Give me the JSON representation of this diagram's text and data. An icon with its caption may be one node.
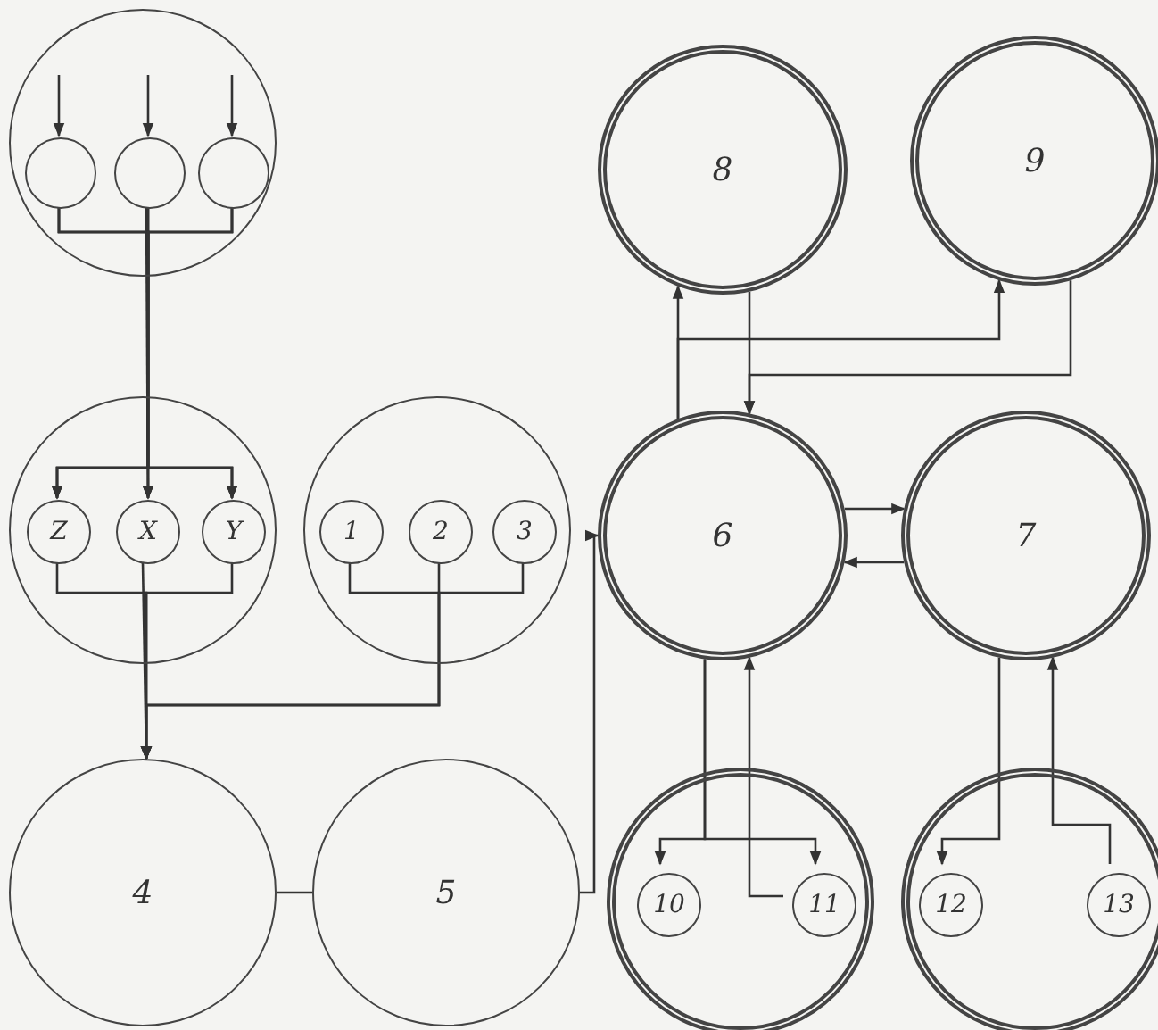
{
  "diagram": {
    "nodes": [
      {
        "text": [],
        "shape": "circle"
      },
      {
        "text": [],
        "shape": "circle",
        "in": 0
      },
      {
        "text": [],
        "shape": "circle",
        "in": 0
      },
      {
        "text": [],
        "shape": "circle",
        "in": 0
      },
      {
        "text": [],
        "shape": "circle"
      },
      {
        "text": [
          "Z"
        ],
        "in": 4
      },
      {
        "text": [
          "X"
        ],
        "in": 4
      },
      {
        "text": [
          "Y"
        ],
        "in": 4
      },
      {
        "text": [],
        "shape": "circle"
      },
      {
        "text": [
          "1"
        ],
        "in": 8
      },
      {
        "text": [
          "2"
        ],
        "in": 8
      },
      {
        "text": [
          "3"
        ],
        "in": 8
      },
      {
        "text": [
          "8"
        ]
      },
      {
        "text": [
          "9"
        ]
      },
      {
        "text": [
          "6"
        ]
      },
      {
        "text": [
          "7"
        ]
      },
      {
        "text": [
          "4"
        ]
      },
      {
        "text": [
          "5"
        ]
      },
      {
        "text": [],
        "shape": "circle"
      },
      {
        "text": [
          "10"
        ],
        "in": 18
      },
      {
        "text": [
          "11"
        ],
        "in": 18
      },
      {
        "text": [],
        "shape": "circle"
      },
      {
        "text": [
          "12"
        ],
        "in": 21
      },
      {
        "text": [
          "13"
        ],
        "in": 21
      }
    ],
    "edges": [
      {
        "from": null,
        "to": 1,
        "arrow": "to"
      },
      {
        "from": null,
        "to": 2,
        "arrow": "to"
      },
      {
        "from": null,
        "to": 3,
        "arrow": "to"
      },
      {
        "from": 1,
        "to": 5,
        "arrow": "to"
      },
      {
        "from": 1,
        "to": 6,
        "arrow": "to"
      },
      {
        "from": 1,
        "to": 7,
        "arrow": "to"
      },
      {
        "from": 2,
        "to": 5,
        "arrow": "to"
      },
      {
        "from": 2,
        "to": 6,
        "arrow": "to"
      },
      {
        "from": 2,
        "to": 7,
        "arrow": "to"
      },
      {
        "from": 3,
        "to": 5,
        "arrow": "to"
      },
      {
        "from": 3,
        "to": 6,
        "arrow": "to"
      },
      {
        "from": 3,
        "to": 7,
        "arrow": "to"
      },
      {
        "from": 5,
        "to": 16,
        "arrow": "to"
      },
      {
        "from": 6,
        "to": 16,
        "arrow": "to"
      },
      {
        "from": 7,
        "to": 16,
        "arrow": "to"
      },
      {
        "from": 9,
        "to": 16,
        "arrow": "to"
      },
      {
        "from": 10,
        "to": 16,
        "arrow": "to"
      },
      {
        "from": 11,
        "to": 16,
        "arrow": "to"
      },
      {
        "from": 16,
        "to": 17,
        "arrow": "none"
      },
      {
        "from": 17,
        "to": 14,
        "arrow": "to"
      },
      {
        "from": 14,
        "to": 12,
        "arrow": "to"
      },
      {
        "from": 14,
        "to": 13,
        "arrow": "to"
      },
      {
        "from": 12,
        "to": 14,
        "arrow": "to"
      },
      {
        "from": 13,
        "to": 14,
        "arrow": "to"
      },
      {
        "from": 14,
        "to": 15,
        "arrow": "to"
      },
      {
        "from": 15,
        "to": 14,
        "arrow": "to"
      },
      {
        "from": 14,
        "to": 19,
        "arrow": "to"
      },
      {
        "from": 14,
        "to": 20,
        "arrow": "to"
      },
      {
        "from": 20,
        "to": 14,
        "arrow": "to"
      },
      {
        "from": 15,
        "to": 22,
        "arrow": "to"
      },
      {
        "from": 23,
        "to": 15,
        "arrow": "to"
      }
    ]
  }
}
